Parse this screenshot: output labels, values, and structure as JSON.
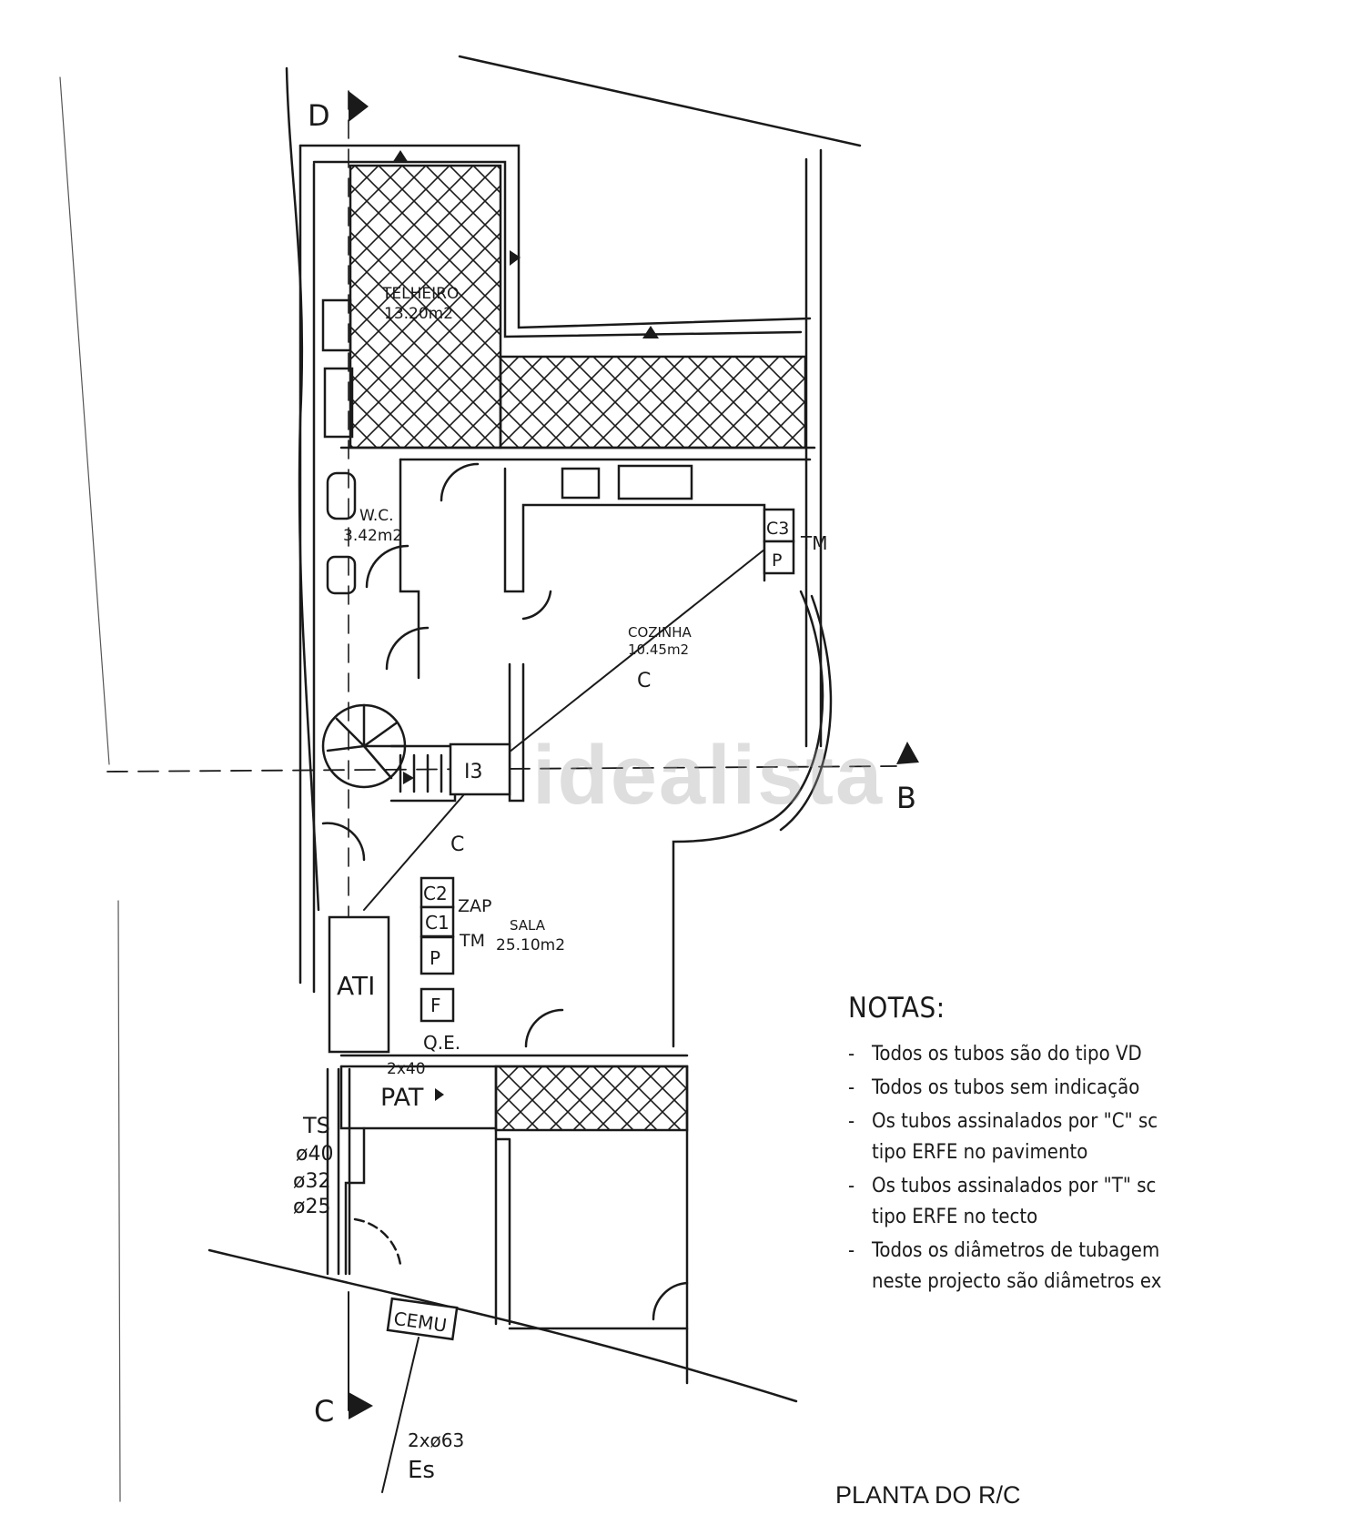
{
  "plan_title": "PLANTA DO R/C",
  "watermark": "idealista",
  "rooms": {
    "telheiro": {
      "name": "TELHEIRO",
      "area": "13.20m2"
    },
    "wc": {
      "name": "W.C.",
      "area": "3.42m2"
    },
    "cozinha": {
      "name": "COZINHA",
      "area": "10.45m2"
    },
    "sala": {
      "name": "SALA",
      "area": "25.10m2"
    }
  },
  "boxes": {
    "c3": "C3",
    "p_kitchen": "P",
    "tm_kitchen": "TM",
    "i3": "I3",
    "c2": "C2",
    "c1": "C1",
    "p_sala": "P",
    "f": "F",
    "zap": "ZAP",
    "tm_sala": "TM",
    "ati": "ATI",
    "qe": "Q.E.",
    "pat": "PAT",
    "cemu": "CEMU",
    "pat_dims": "2x40"
  },
  "conduits": {
    "c_upper": "C",
    "c_lower": "C"
  },
  "section_marks": {
    "d": "D",
    "b": "B",
    "c": "C"
  },
  "pipes": {
    "ts": "TS",
    "d40": "ø40",
    "d32": "ø32",
    "d25": "ø25",
    "ext": "2xø63",
    "es": "Es"
  },
  "notes": {
    "title": "NOTAS:",
    "items": [
      "Todos os tubos são do tipo VD",
      "Todos os tubos sem indicação",
      "Os tubos assinalados por \"C\" sc\ntipo ERFE no pavimento",
      "Os tubos assinalados por \"T\" sc\ntipo ERFE no tecto",
      "Todos os diâmetros de tubagem\nneste projecto são diâmetros ex"
    ]
  }
}
